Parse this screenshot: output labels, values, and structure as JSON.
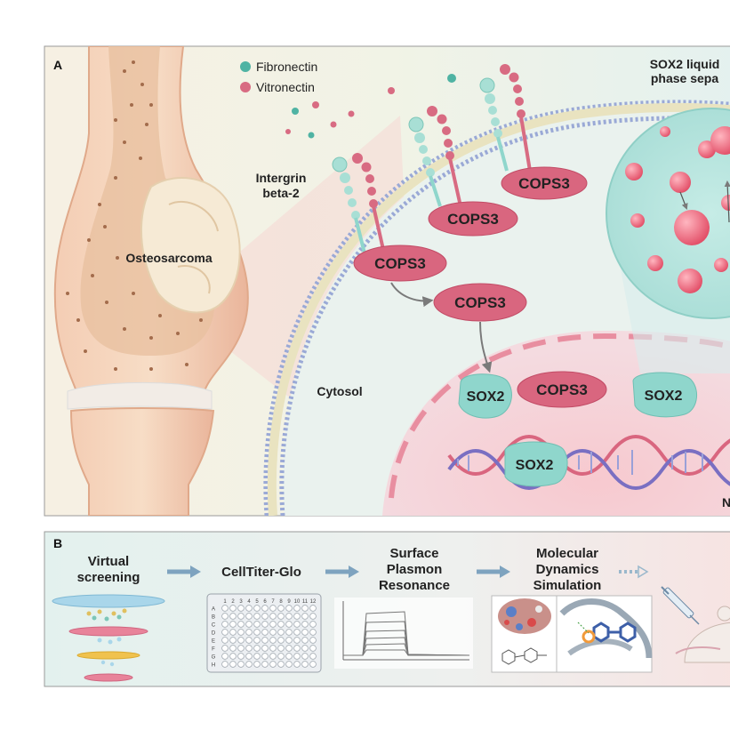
{
  "panelA": {
    "label": "A",
    "legend": {
      "fibronectin": "Fibronectin",
      "vitronectin": "Vitronectin"
    },
    "integrin_line1": "Intergrin",
    "integrin_line2": "beta-2",
    "osteosarcoma": "Osteosarcoma",
    "cytosol": "Cytosol",
    "cops3": "COPS3",
    "sox2": "SOX2",
    "lps_line1": "SOX2 liquid",
    "lps_line2": "phase sepa",
    "nucleus_fragment": "N"
  },
  "panelB": {
    "label": "B",
    "step1_line1": "Virtual",
    "step1_line2": "screening",
    "step2": "CellTiter-Glo",
    "step3_line1": "Surface",
    "step3_line2": "Plasmon",
    "step3_line3": "Resonance",
    "step4_line1": "Molecular",
    "step4_line2": "Dynamics",
    "step4_line3": "Simulation",
    "plate_cols": [
      "1",
      "2",
      "3",
      "4",
      "5",
      "6",
      "7",
      "8",
      "9",
      "10",
      "11",
      "12"
    ],
    "plate_rows": [
      "A",
      "B",
      "C",
      "D",
      "E",
      "F",
      "G",
      "H"
    ]
  },
  "colors": {
    "cops3": "#d9667f",
    "sox2": "#8fd6cc",
    "fibronectin": "#4fb3a3",
    "vitronectin": "#d86b82",
    "arrow": "#7ea3bf"
  }
}
